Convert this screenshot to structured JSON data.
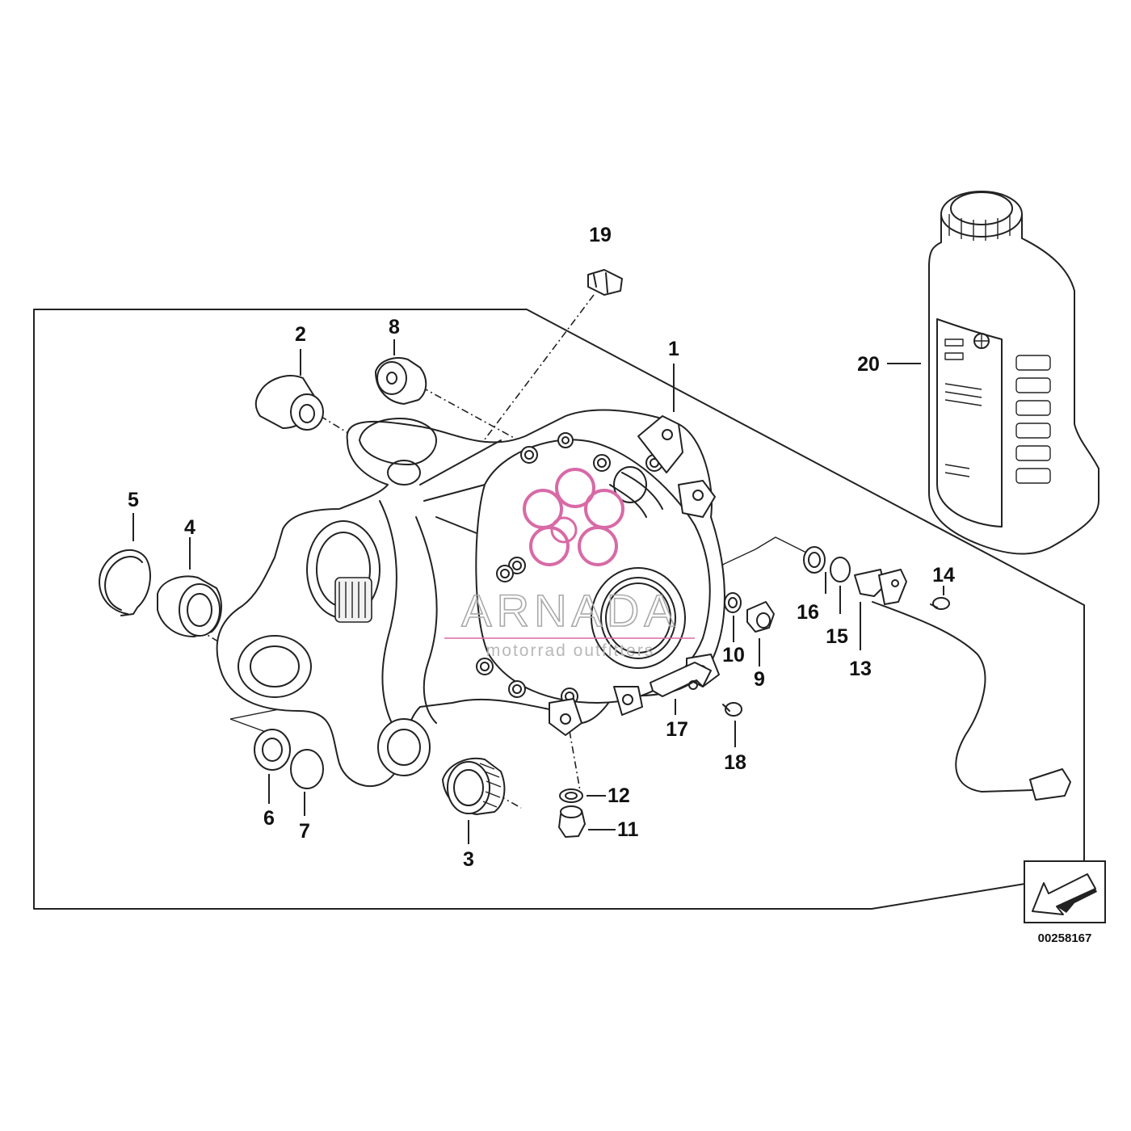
{
  "labels": {
    "p1": "1",
    "p2": "2",
    "p3": "3",
    "p4": "4",
    "p5": "5",
    "p6": "6",
    "p7": "7",
    "p8": "8",
    "p9": "9",
    "p10": "10",
    "p11": "11",
    "p12": "12",
    "p13": "13",
    "p14": "14",
    "p15": "15",
    "p16": "16",
    "p17": "17",
    "p18": "18",
    "p19": "19",
    "p20": "20"
  },
  "catalog_number": "00258167",
  "watermark": {
    "title": "ARNADA",
    "subtitle": "motorrad outfitters",
    "accent_color": "#d86aa6"
  },
  "icons": {
    "view_arrow": "direction-arrow-icon",
    "oil_bottle": "oil-bottle-icon",
    "brand_roundel": "roundel-logo-icon"
  }
}
